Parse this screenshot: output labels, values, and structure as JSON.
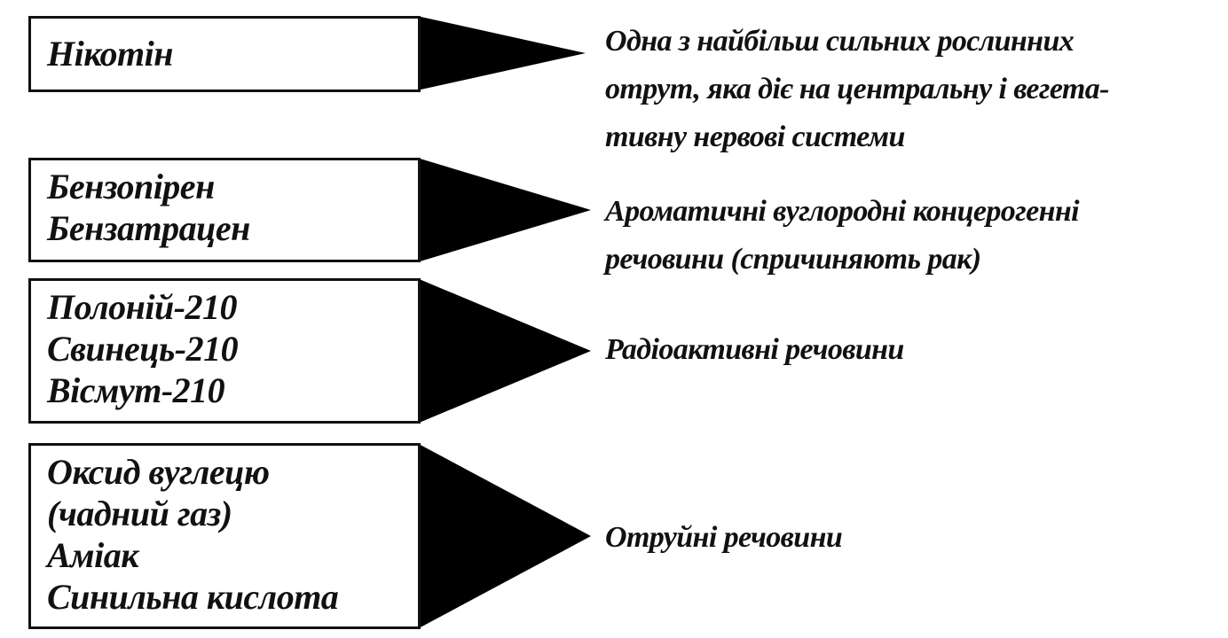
{
  "rows": [
    {
      "substances": [
        "Нікотін"
      ],
      "description": [
        "Одна з найбільш сильних рослинних",
        "отрут, яка діє на центральну і вегета-",
        "тивну нервові системи"
      ]
    },
    {
      "substances": [
        "Бензопірен",
        "Бензатрацен"
      ],
      "description": [
        "Ароматичні вуглородні концерогенні",
        "речовини (спричиняють рак)"
      ]
    },
    {
      "substances": [
        "Полоній-210",
        "Свинець-210",
        "Вісмут-210"
      ],
      "description": [
        "Радіоактивні речовини"
      ]
    },
    {
      "substances": [
        "Оксид вуглецю",
        "(чадний газ)",
        "Аміак",
        "Синильна кислота"
      ],
      "description": [
        "Отруйні речовини"
      ]
    }
  ],
  "colors": {
    "stroke": "#111111",
    "fill": "#000000",
    "background": "#ffffff"
  }
}
